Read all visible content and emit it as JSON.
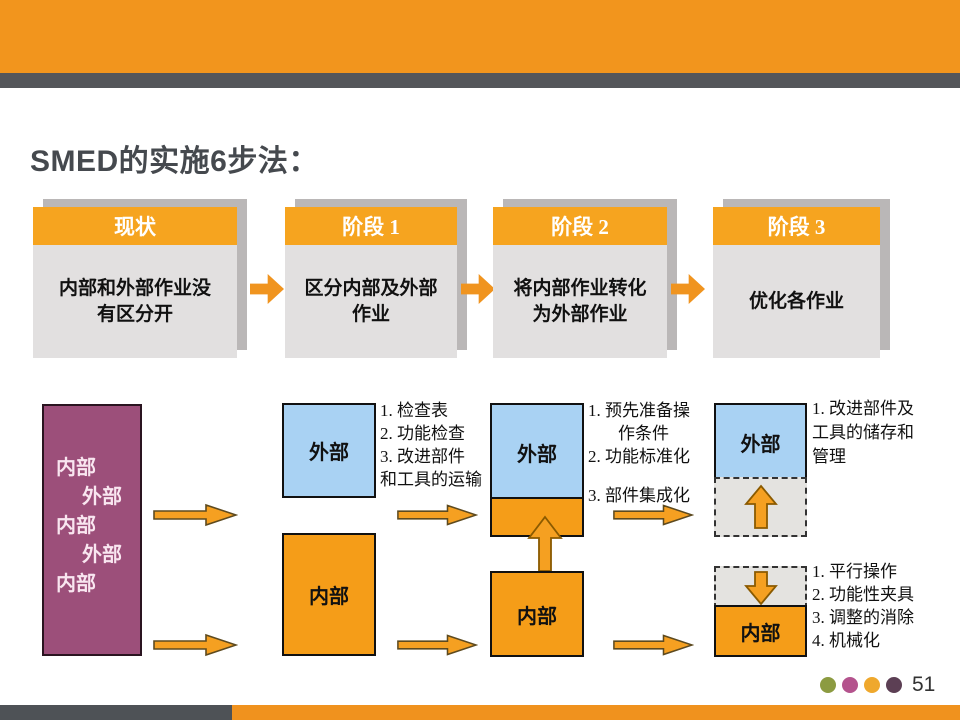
{
  "title": "SMED的实施6步法：",
  "stages": [
    {
      "header": "现状",
      "line1": "内部和外部作业没",
      "line2": "有区分开"
    },
    {
      "header": "阶段 1",
      "line1": "区分内部及外部",
      "line2": "作业"
    },
    {
      "header": "阶段 2",
      "line1": "将内部作业转化",
      "line2": "为外部作业"
    },
    {
      "header": "阶段 3",
      "line1": "优化各作业",
      "line2": ""
    }
  ],
  "diagram": {
    "current": {
      "lines": [
        "内部",
        "外部",
        "内部",
        "外部",
        "内部"
      ]
    },
    "step1": {
      "external": "外部",
      "internal": "内部",
      "notes": [
        "1. 检查表",
        "2. 功能检查",
        "3. 改进部件",
        "和工具的运输"
      ]
    },
    "step2": {
      "external": "外部",
      "internal": "内部",
      "notes": [
        "1. 预先准备操",
        "作条件",
        "2. 功能标准化",
        "3. 部件集成化"
      ]
    },
    "step3": {
      "external": "外部",
      "internal": "内部",
      "notes_storage": [
        "1. 改进部件及",
        "工具的储存和",
        "管理"
      ],
      "notes_internal": [
        "1. 平行操作",
        "2. 功能性夹具",
        "3. 调整的消除",
        "4. 机械化"
      ]
    }
  },
  "footer": {
    "page_number": "51",
    "dot_colors": [
      "#8C9B41",
      "#B4538D",
      "#EFA82D",
      "#5C3F54"
    ]
  },
  "colors": {
    "band_orange": "#F2951D",
    "band_gray": "#54565A",
    "header_orange": "#F6A41F",
    "body_gray": "#E2E0E0",
    "shadow_gray": "#BAB7B7",
    "purple": "#9C4F7A",
    "blue": "#A9D2F3",
    "solid_orange": "#F59D18",
    "dashed_gray": "#E4E3E0"
  }
}
